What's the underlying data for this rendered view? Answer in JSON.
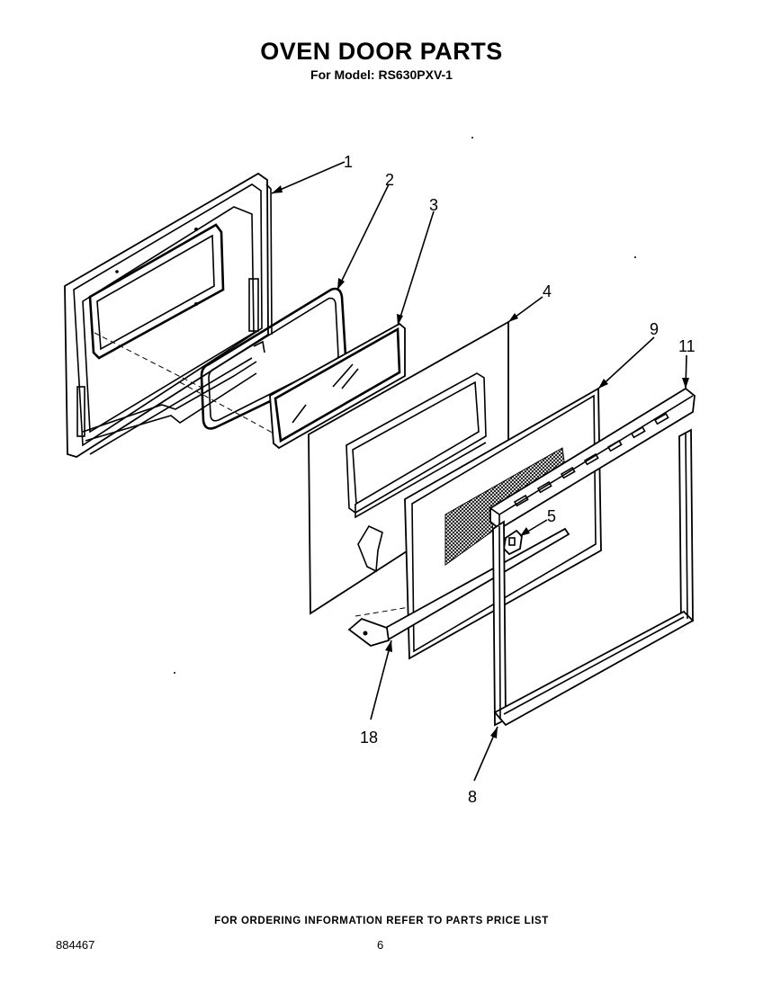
{
  "title": "OVEN DOOR PARTS",
  "subtitle": "For Model: RS630PXV-1",
  "footer": "FOR ORDERING INFORMATION REFER TO PARTS PRICE LIST",
  "document_number": "884467",
  "page_number": "6",
  "callouts": [
    "1",
    "2",
    "3",
    "4",
    "9",
    "11",
    "5",
    "18",
    "8"
  ]
}
